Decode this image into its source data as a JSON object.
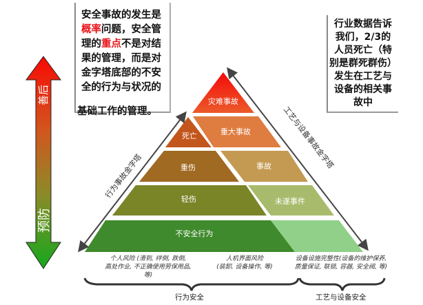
{
  "left_note": {
    "line1": "安全事故的发生是",
    "line2_red": "概率",
    "line2_rest": "问题，安全管",
    "line3_a": "理的",
    "line3_red": "重点",
    "line3_rest": "不是对结",
    "line4": "果的管理，而是对",
    "line5": "金字塔底部的不安",
    "line6": "全的行为与状况的",
    "line7": "基础工作的管理。"
  },
  "right_note": [
    "行业数据告诉",
    "我们，2/3的",
    "人员死亡（特",
    "别是群死群伤）",
    "发生在工艺与",
    "设备的相关事",
    "故中"
  ],
  "arrow": {
    "top_label": "善后",
    "bottom_label": "预防"
  },
  "pyramid": {
    "left_axis": "行为事故金字塔",
    "right_axis": "工艺与设备事故金字塔",
    "levels": {
      "disaster": "灾难事故",
      "death": "死亡",
      "major_accident": "重大事故",
      "serious_injury": "重伤",
      "accident": "事故",
      "minor_injury": "轻伤",
      "near_miss": "未遂事件",
      "unsafe_behavior": "不安全行为"
    }
  },
  "notes": {
    "personal_risk": [
      "个人风险 (滑到, 绊倒, 跌倒,",
      "高处作业, 不正确使用劳保用品,",
      "等)"
    ],
    "hmi_risk": [
      "人机界面风险",
      "(装卸, 设备操作, 等)"
    ],
    "equipment": [
      "设备设施完整性(设备的维护保养,",
      "质量保证, 联锁, 容器, 安全阀, 等)"
    ]
  },
  "braces": {
    "behavior": "行为安全",
    "process": "工艺与设备安全"
  },
  "colors": {
    "red": "#f01010",
    "green": "#1aa020",
    "highlight": "#e8141a"
  }
}
